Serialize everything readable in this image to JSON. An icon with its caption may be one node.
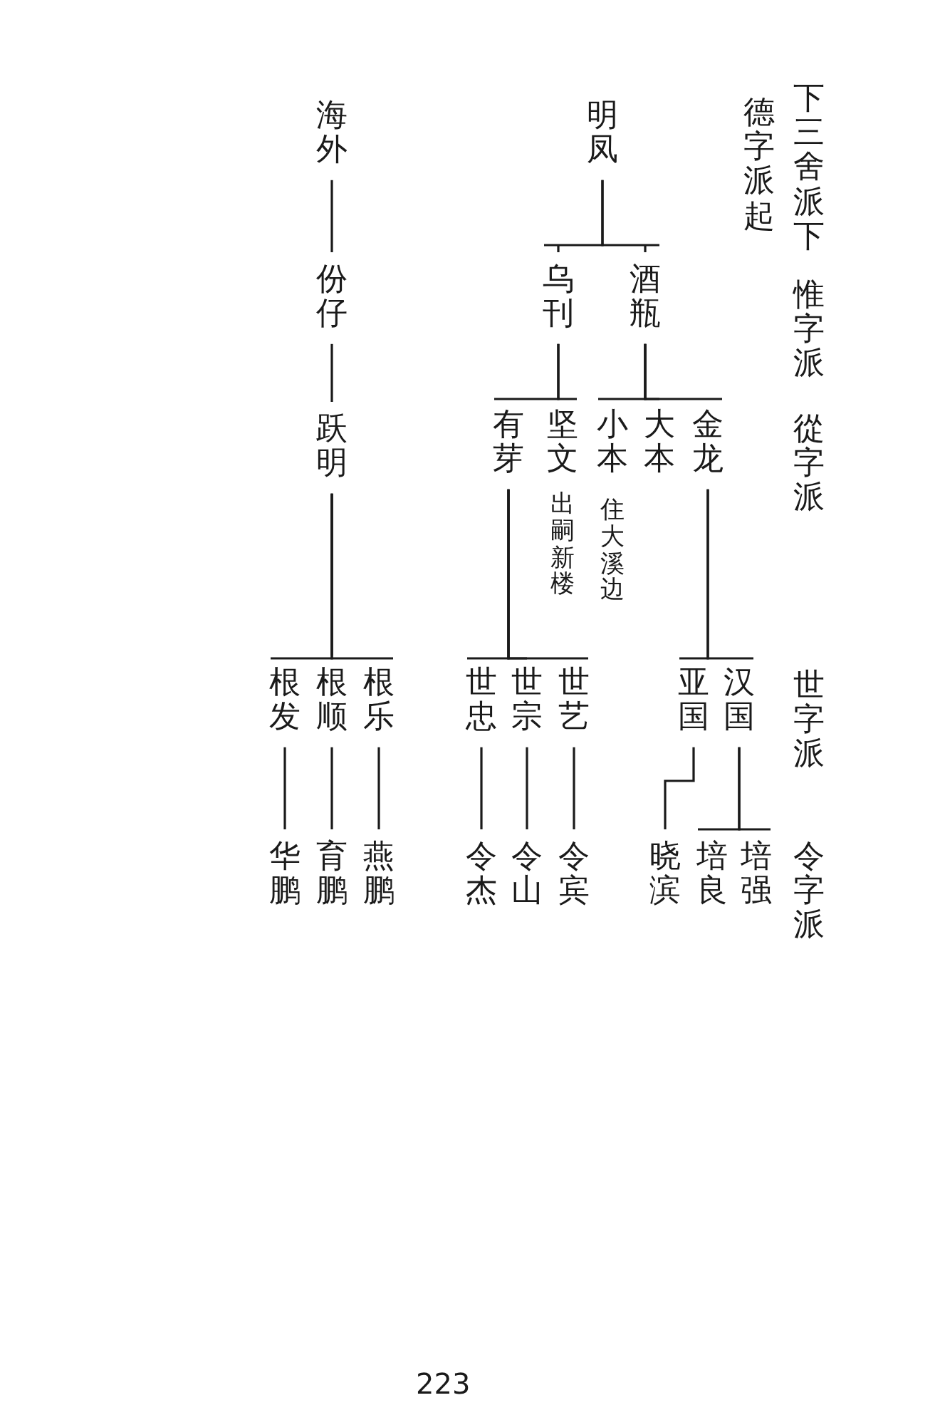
{
  "diagram": {
    "nodes": [
      {
        "text": [
          "明凤"
        ]
      },
      {
        "text": [
          "酒瓶"
        ]
      },
      {
        "text": [
          "乌刊"
        ]
      },
      {
        "text": [
          "金龙"
        ]
      },
      {
        "text": [
          "大本"
        ]
      },
      {
        "text": [
          "小本"
        ],
        "beside": [
          "住大溪边"
        ]
      },
      {
        "text": [
          "坚文"
        ],
        "beside": [
          "出嗣新楼"
        ]
      },
      {
        "text": [
          "有芽"
        ]
      },
      {
        "text": [
          "汉国"
        ]
      },
      {
        "text": [
          "亚国"
        ]
      },
      {
        "text": [
          "世艺"
        ]
      },
      {
        "text": [
          "世宗"
        ]
      },
      {
        "text": [
          "世忠"
        ]
      },
      {
        "text": [
          "根乐"
        ]
      },
      {
        "text": [
          "根顺"
        ]
      },
      {
        "text": [
          "根发"
        ]
      },
      {
        "text": [
          "培强"
        ]
      },
      {
        "text": [
          "培良"
        ]
      },
      {
        "text": [
          "晓滨"
        ]
      },
      {
        "text": [
          "令宾"
        ]
      },
      {
        "text": [
          "令山"
        ]
      },
      {
        "text": [
          "令杰"
        ]
      },
      {
        "text": [
          "燕鹏"
        ]
      },
      {
        "text": [
          "育鹏"
        ]
      },
      {
        "text": [
          "华鹏"
        ]
      },
      {
        "text": [
          "海外"
        ]
      },
      {
        "text": [
          "份仔"
        ]
      },
      {
        "text": [
          "跃明"
        ]
      }
    ],
    "edges": [
      {
        "from": 0,
        "to": 1,
        "arrow": "none"
      },
      {
        "from": 0,
        "to": 2,
        "arrow": "none"
      },
      {
        "from": 1,
        "to": 3,
        "arrow": "none"
      },
      {
        "from": 1,
        "to": 4,
        "arrow": "none"
      },
      {
        "from": 1,
        "to": 5,
        "arrow": "none"
      },
      {
        "from": 2,
        "to": 6,
        "arrow": "none"
      },
      {
        "from": 2,
        "to": 7,
        "arrow": "none"
      },
      {
        "from": 3,
        "to": 8,
        "arrow": "none"
      },
      {
        "from": 3,
        "to": 9,
        "arrow": "none"
      },
      {
        "from": 7,
        "to": 10,
        "arrow": "none"
      },
      {
        "from": 7,
        "to": 11,
        "arrow": "none"
      },
      {
        "from": 7,
        "to": 12,
        "arrow": "none"
      },
      {
        "from": 27,
        "to": 13,
        "arrow": "none"
      },
      {
        "from": 27,
        "to": 14,
        "arrow": "none"
      },
      {
        "from": 27,
        "to": 15,
        "arrow": "none"
      },
      {
        "from": 8,
        "to": 16,
        "arrow": "none"
      },
      {
        "from": 8,
        "to": 17,
        "arrow": "none"
      },
      {
        "from": 9,
        "to": 18,
        "arrow": "none"
      },
      {
        "from": 10,
        "to": 19,
        "arrow": "none"
      },
      {
        "from": 11,
        "to": 20,
        "arrow": "none"
      },
      {
        "from": 12,
        "to": 21,
        "arrow": "none"
      },
      {
        "from": 13,
        "to": 22,
        "arrow": "none"
      },
      {
        "from": 14,
        "to": 23,
        "arrow": "none"
      },
      {
        "from": 15,
        "to": 24,
        "arrow": "none"
      },
      {
        "from": 25,
        "to": 26,
        "arrow": "none"
      },
      {
        "from": 26,
        "to": 27,
        "arrow": "none"
      }
    ],
    "labels": [
      "下三舍派下",
      "德字派起",
      "惟字派",
      "從字派",
      "世字派",
      "令字派",
      "223"
    ]
  }
}
